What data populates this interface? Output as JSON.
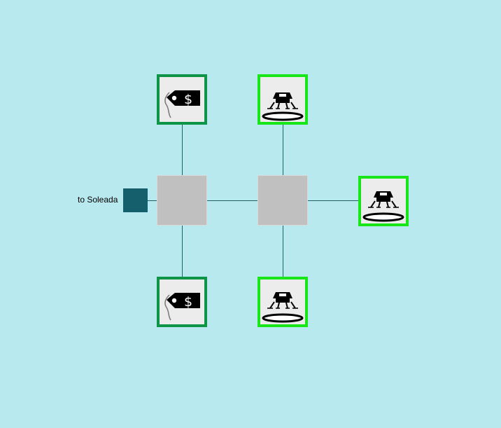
{
  "exit": {
    "label": "to Soleada",
    "color": "#155e6b"
  },
  "colors": {
    "background": "#b7e9ef",
    "hub": "#c0c0c0",
    "market_border": "#0e9447",
    "pad_border": "#19e619",
    "connector": "#1f5f66"
  },
  "tiles": [
    {
      "kind": "market",
      "icon": "price-tag-icon"
    },
    {
      "kind": "landing-pad",
      "icon": "lander-icon"
    },
    {
      "kind": "landing-pad",
      "icon": "lander-icon"
    },
    {
      "kind": "market",
      "icon": "price-tag-icon"
    },
    {
      "kind": "landing-pad",
      "icon": "lander-icon"
    }
  ]
}
